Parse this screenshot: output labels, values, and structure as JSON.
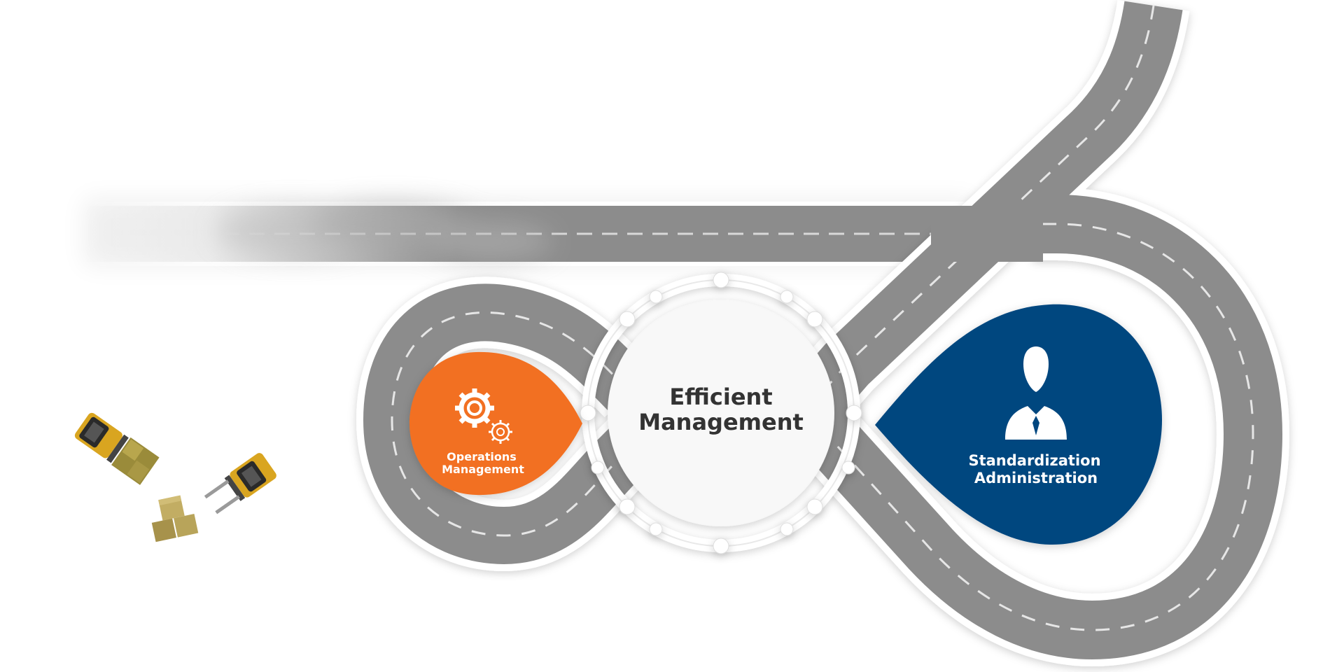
{
  "colors": {
    "road": "#8c8c8c",
    "road_edge": "#ffffff",
    "lane_dash": "#e6e6e6",
    "orange": "#f26f21",
    "blue": "#00467f",
    "center_text": "#333333",
    "forklift_yellow": "#d9a520",
    "box": "#b59b4f"
  },
  "center": {
    "line1": "Efficient",
    "line2": "Management"
  },
  "left_node": {
    "line1": "Operations",
    "line2": "Management",
    "icon": "gears-icon"
  },
  "right_node": {
    "line1": "Standardization",
    "line2": "Administration",
    "icon": "businessman-icon"
  },
  "decor": {
    "vehicles": [
      "forklift-icon",
      "forklift-icon"
    ],
    "cargo": [
      "box-stack-icon",
      "box-stack-icon"
    ]
  }
}
